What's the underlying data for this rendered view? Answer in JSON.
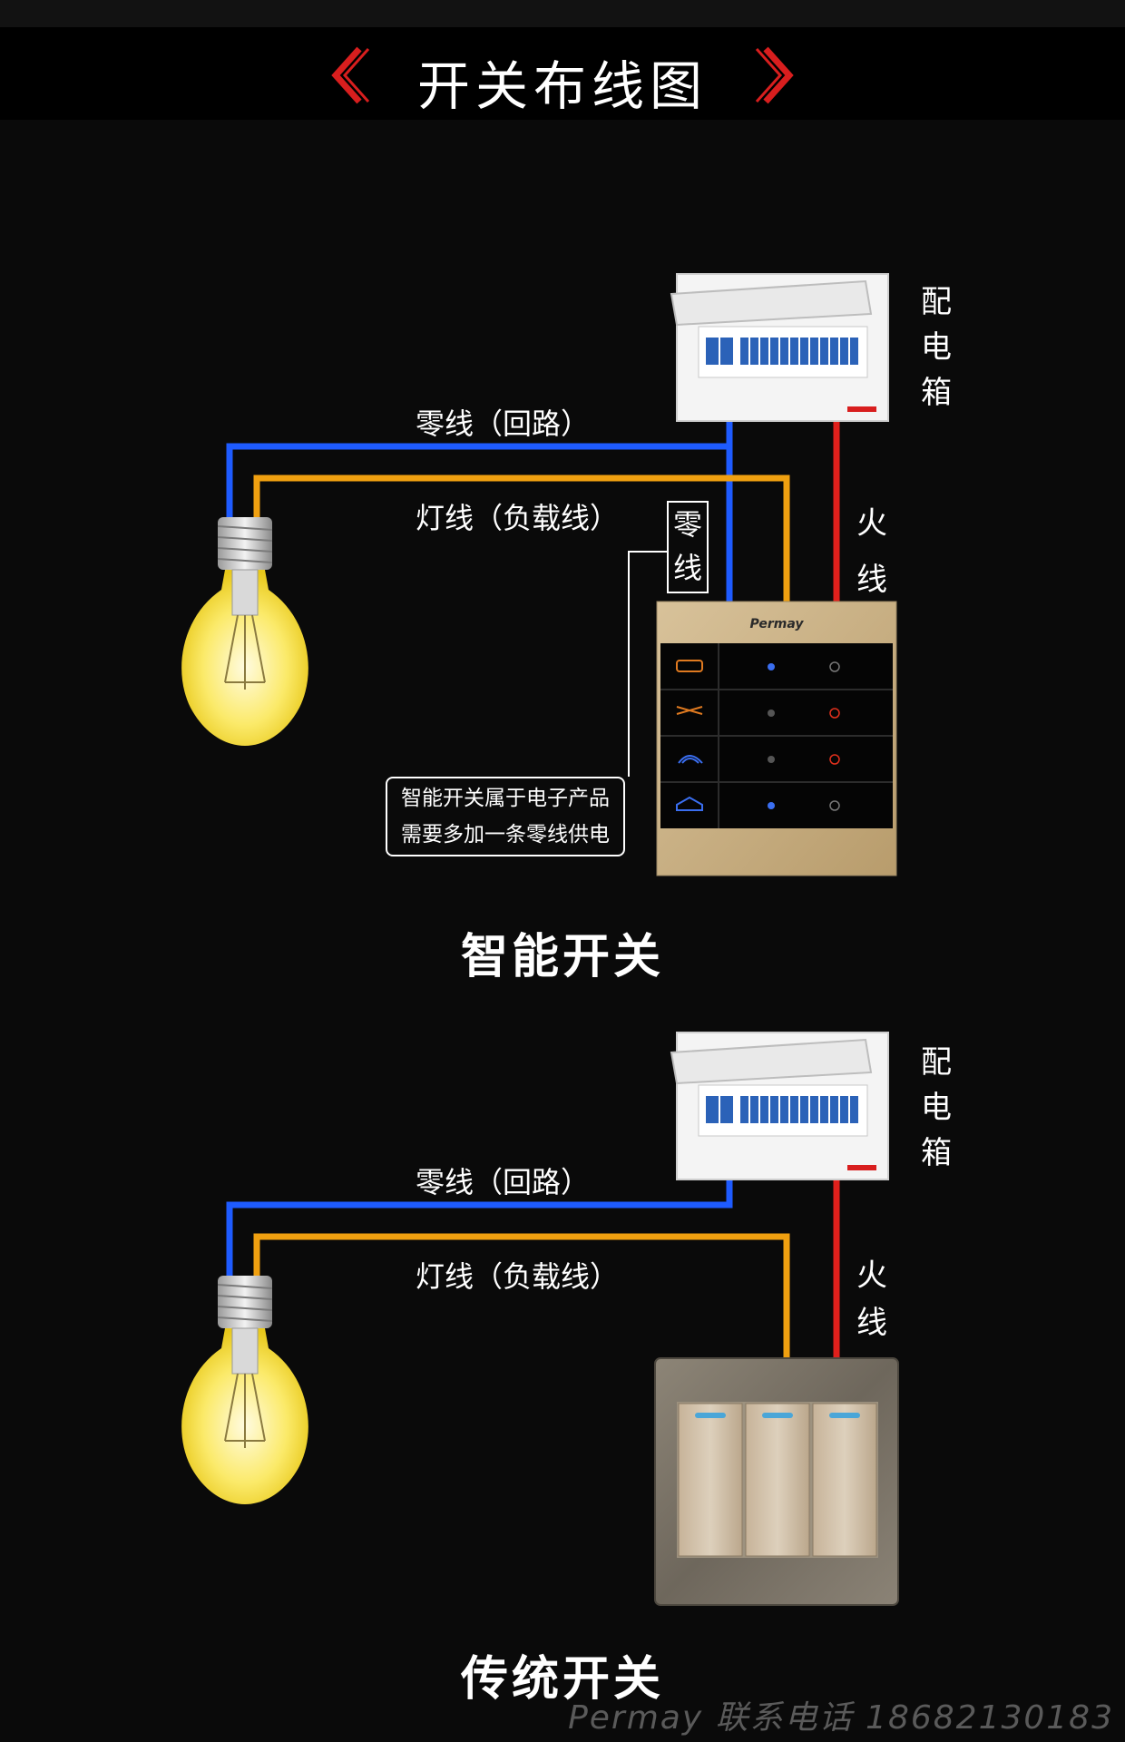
{
  "header": {
    "title": "开关布线图"
  },
  "smart": {
    "neutral_label": "零线（回路）",
    "load_label": "灯线（负载线）",
    "box_label": [
      "配",
      "电",
      "箱"
    ],
    "live_label": [
      "火",
      "线"
    ],
    "zero_box": [
      "零",
      "线"
    ],
    "note_line1": "智能开关属于电子产品",
    "note_line2": "需要多加一条零线供电",
    "brand": "Permay",
    "title": "智能开关"
  },
  "traditional": {
    "neutral_label": "零线（回路）",
    "load_label": "灯线（负载线）",
    "box_label": [
      "配",
      "电",
      "箱"
    ],
    "live_label": [
      "火",
      "线"
    ],
    "title": "传统开关"
  },
  "footer": {
    "watermark": "Permay 联系电话 18682130183"
  },
  "colors": {
    "neutral_wire": "#1e5bff",
    "load_wire": "#f0a010",
    "live_wire": "#e0201c",
    "accent": "#d81e1e"
  }
}
